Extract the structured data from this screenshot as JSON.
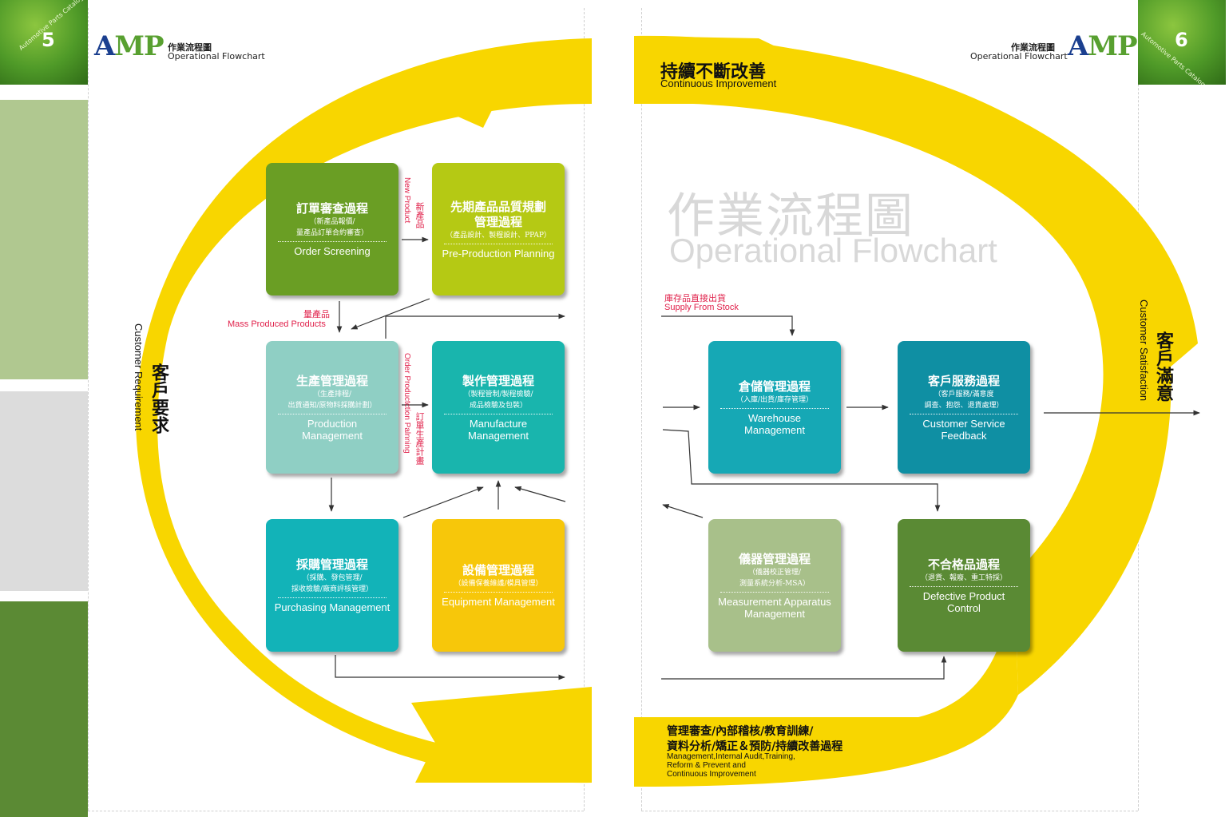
{
  "left_page": {
    "page_number": "5",
    "corner_caption": "Automotive Parts Catalog",
    "brand": "AMP",
    "header_zh": "作業流程圖",
    "header_en": "Operational Flowchart",
    "customer_requirement_zh": "客戶要求",
    "customer_requirement_en": "Customer Requirement"
  },
  "right_page": {
    "page_number": "6",
    "corner_caption": "Automotive Parts Catalog",
    "brand": "AMP",
    "header_zh": "作業流程圖",
    "header_en": "Operational Flowchart",
    "watermark_zh": "作業流程圖",
    "watermark_en": "Operational Flowchart",
    "customer_satisfaction_zh": "客戶滿意",
    "customer_satisfaction_en": "Customer Satisfaction"
  },
  "top_banner": {
    "zh": "持續不斷改善",
    "en": "Continuous Improvement"
  },
  "bottom_banner": {
    "zh_line1": "管理審查/內部稽核/教育訓練/",
    "zh_line2": "資料分析/矯正＆預防/持續改善過程",
    "en_line1": "Management,Internal Audit,Training,",
    "en_line2": "Reform & Prevent and",
    "en_line3": "Continuous Improvement"
  },
  "boxes": [
    {
      "id": "order",
      "zh": "訂單審查過程",
      "sub1": "（新產品報價/",
      "sub2": "量產品訂單合約審查）",
      "en1": "Order Screening",
      "en2": "",
      "color": "#6a9e24"
    },
    {
      "id": "preprod",
      "zh1": "先期產品品質規劃",
      "zh2": "管理過程",
      "sub1": "（產品設計、製程設計、PPAP）",
      "en1": "Pre-Production Planning",
      "color": "#b5c914"
    },
    {
      "id": "production",
      "zh": "生產管理過程",
      "sub1": "（生產排程/",
      "sub2": "出貨通知/原物料採購計劃）",
      "en1": "Production",
      "en2": "Management",
      "color": "#8fcfc4"
    },
    {
      "id": "manufacture",
      "zh": "製作管理過程",
      "sub1": "（製程管制/製程檢驗/",
      "sub2": "成品檢驗及包裝）",
      "en1": "Manufacture",
      "en2": "Management",
      "color": "#19b5ad"
    },
    {
      "id": "purchasing",
      "zh": "採購管理過程",
      "sub1": "（採購、發包管理/",
      "sub2": "採收檢驗/廠商評核管理）",
      "en1": "Purchasing Management",
      "color": "#12b3b8"
    },
    {
      "id": "equipment",
      "zh": "設備管理過程",
      "sub1": "（設備保養維護/模具管理）",
      "en1": "Equipment Management",
      "color": "#f7c70a"
    },
    {
      "id": "warehouse",
      "zh": "倉儲管理過程",
      "sub1": "（入庫/出貨/庫存管理）",
      "en1": "Warehouse",
      "en2": "Management",
      "color": "#16a8b5"
    },
    {
      "id": "customer_service",
      "zh": "客戶服務過程",
      "sub1": "（客戶服務/滿意度",
      "sub2": "調查、抱怨、退貨處理）",
      "en1": "Customer Service",
      "en2": "Feedback",
      "color": "#0f8fa3"
    },
    {
      "id": "measurement",
      "zh": "儀器管理過程",
      "sub1": "（儀器校正管理/",
      "sub2": "測量系統分析-MSA）",
      "en1": "Measurement Apparatus",
      "en2": "Management",
      "color": "#a8c08a"
    },
    {
      "id": "defective",
      "zh": "不合格品過程",
      "sub1": "（退貨、報廢、重工特採）",
      "en1": "Defective Product",
      "en2": "Control",
      "color": "#5a8a34"
    }
  ],
  "labels": {
    "new_product_zh": "新產品",
    "new_product_en": "New Product",
    "mass_zh": "量產品",
    "mass_en": "Mass Produced Products",
    "order_plan_zh": "訂單生產計畫",
    "order_plan_en": "Order Productction Palnning",
    "stock_zh": "庫存品直接出貨",
    "stock_en": "Supply From Stock"
  },
  "colors": {
    "ring_yellow": "#f8d600",
    "accent_red": "#e0204a",
    "strip_green_light": "#b0c890",
    "strip_grey": "#dcdcdc",
    "strip_green_dark": "#5b8a34"
  }
}
